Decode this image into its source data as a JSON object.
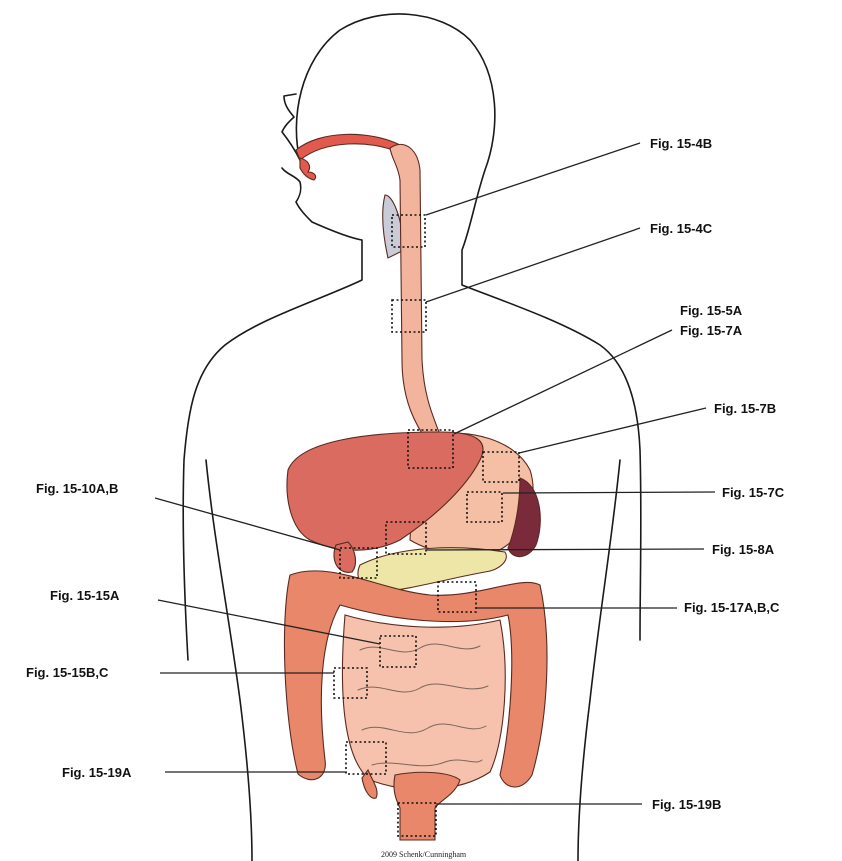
{
  "colors": {
    "esophagus": "#f2b49c",
    "liver": "#d96b60",
    "stomach": "#f4bfa4",
    "spleen": "#7a2a3a",
    "pancreas": "#ede6a6",
    "colon": "#e8876a",
    "small_intestine": "#f6c2ad",
    "palate": "#e25a4e",
    "airway": "#c9ccd6"
  },
  "labels": [
    {
      "id": "fig-15-4b",
      "text": "Fig. 15-4B"
    },
    {
      "id": "fig-15-4c",
      "text": "Fig. 15-4C"
    },
    {
      "id": "fig-15-5a",
      "text": "Fig. 15-5A"
    },
    {
      "id": "fig-15-7a",
      "text": "Fig. 15-7A"
    },
    {
      "id": "fig-15-7b",
      "text": "Fig. 15-7B"
    },
    {
      "id": "fig-15-7c",
      "text": "Fig. 15-7C"
    },
    {
      "id": "fig-15-8a",
      "text": "Fig. 15-8A"
    },
    {
      "id": "fig-15-10ab",
      "text": "Fig. 15-10A,B"
    },
    {
      "id": "fig-15-15a",
      "text": "Fig. 15-15A"
    },
    {
      "id": "fig-15-15bc",
      "text": "Fig. 15-15B,C"
    },
    {
      "id": "fig-15-17abc",
      "text": "Fig. 15-17A,B,C"
    },
    {
      "id": "fig-15-19a",
      "text": "Fig. 15-19A"
    },
    {
      "id": "fig-15-19b",
      "text": "Fig. 15-19B"
    }
  ],
  "credit": "2009 Schenk/Cunningham"
}
